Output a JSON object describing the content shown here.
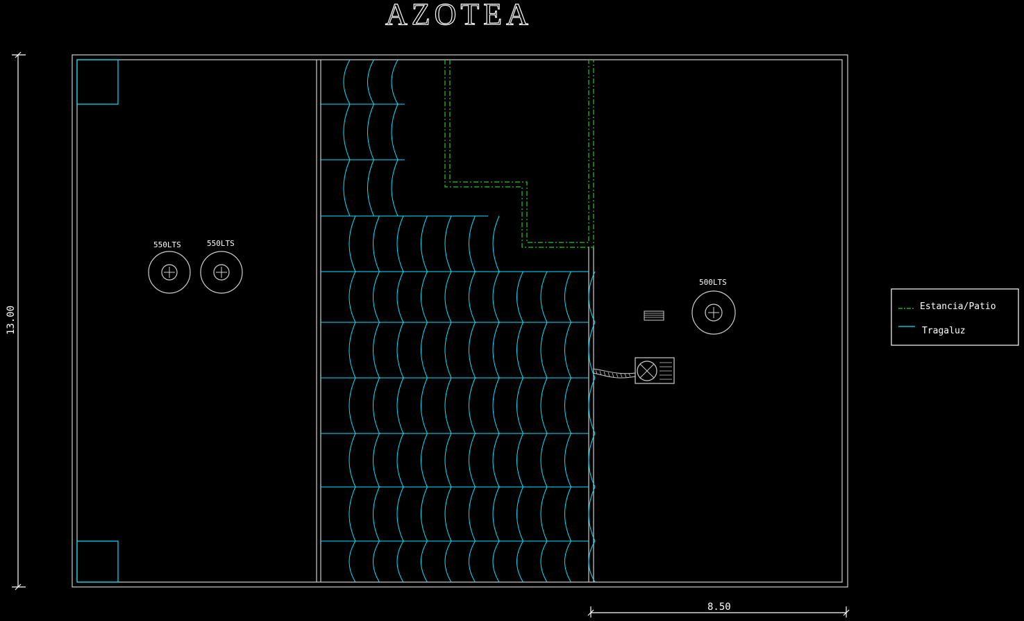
{
  "drawing": {
    "title": "AZOTEA",
    "dimension_height": "13.00",
    "dimension_width": "8.50",
    "tanks": [
      {
        "label": "550LTS"
      },
      {
        "label": "550LTS"
      },
      {
        "label": "500LTS"
      }
    ],
    "legend": [
      {
        "label": "Estancia/Patio",
        "color": "#22cc22"
      },
      {
        "label": "Tragaluz",
        "color": "#00e5ff"
      }
    ],
    "colors": {
      "background": "#000000",
      "outline": "#cfcfcf",
      "skylight": "#00e5ff",
      "patio": "#22cc22"
    }
  }
}
